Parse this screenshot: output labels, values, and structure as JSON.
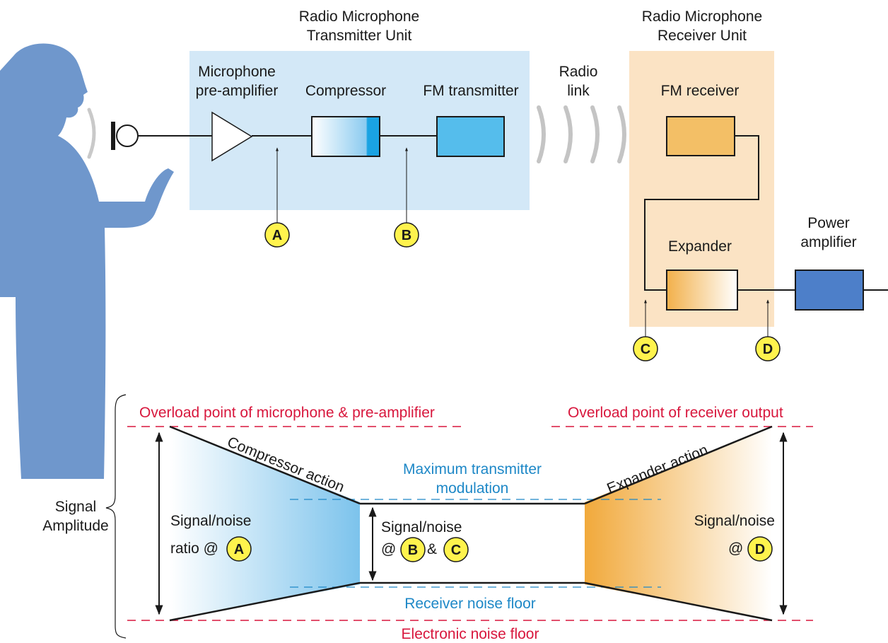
{
  "transmitter": {
    "title_line1": "Radio Microphone",
    "title_line2": "Transmitter Unit",
    "preamp_line1": "Microphone",
    "preamp_line2": "pre-amplifier",
    "compressor": "Compressor",
    "fm_transmitter": "FM transmitter"
  },
  "radio_link": {
    "line1": "Radio",
    "line2": "link"
  },
  "receiver": {
    "title_line1": "Radio Microphone",
    "title_line2": "Receiver Unit",
    "fm_receiver": "FM receiver",
    "expander": "Expander"
  },
  "power_amp": {
    "line1": "Power",
    "line2": "amplifier"
  },
  "points": {
    "a": "A",
    "b": "B",
    "c": "C",
    "d": "D"
  },
  "levels": {
    "overload_mic": "Overload point of microphone & pre-amplifier",
    "overload_receiver": "Overload point of receiver output",
    "max_mod_line1": "Maximum transmitter",
    "max_mod_line2": "modulation",
    "receiver_noise": "Receiver noise floor",
    "electronic_noise": "Electronic noise floor"
  },
  "actions": {
    "compressor": "Compressor action",
    "expander": "Expander action"
  },
  "axis": {
    "line1": "Signal",
    "line2": "Amplitude"
  },
  "snr": {
    "a_line1": "Signal/noise",
    "a_line2": "ratio @",
    "bc_line1": "Signal/noise",
    "bc_at": "@",
    "bc_and": "&",
    "d_line1": "Signal/noise",
    "d_at": "@"
  },
  "colors": {
    "transmitter_bg": "#d3e8f7",
    "receiver_bg": "#fbe3c4",
    "person": "#6f97cc",
    "badge": "#fff34d",
    "level_red": "#d8173d",
    "level_blue": "#1e88c7",
    "fm_tx": "#55bdec",
    "fm_rx": "#f3bf66",
    "power_amp": "#4d7fc9"
  }
}
